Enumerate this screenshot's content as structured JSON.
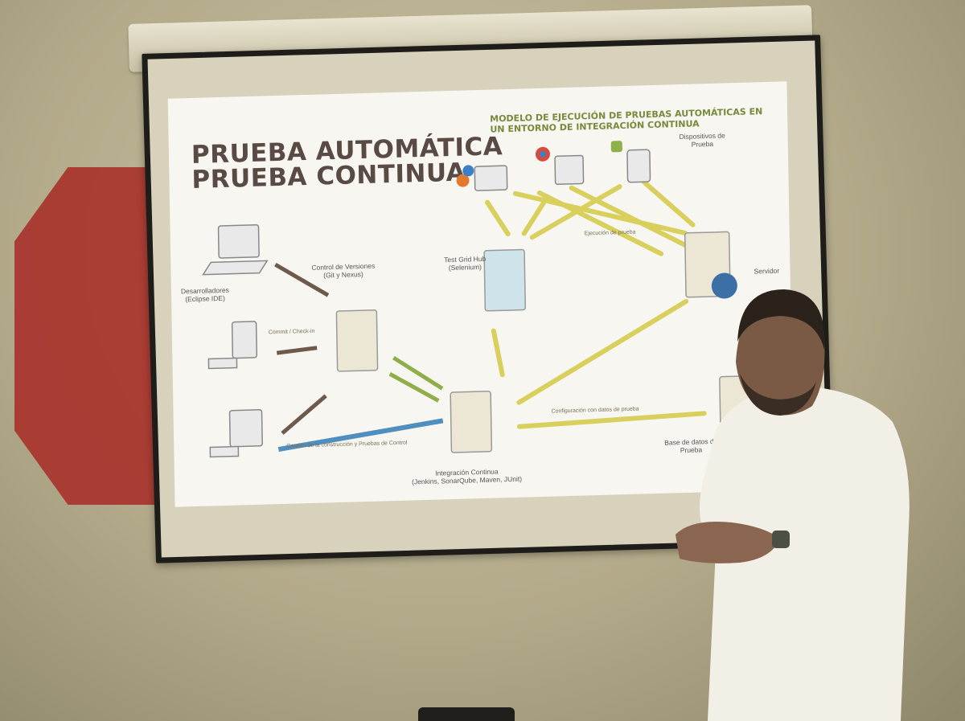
{
  "slide": {
    "title_line1": "PRUEBA AUTOMÁTICA",
    "title_line2": "PRUEBA CONTINUA",
    "subtitle_line1": "MODELO DE EJECUCIÓN DE PRUEBAS AUTOMÁTICAS EN",
    "subtitle_line2": "UN ENTORNO DE INTEGRACIÓN CONTINUA"
  },
  "diagram": {
    "nodes": {
      "developers": "Desarrolladores\n(Eclipse IDE)",
      "version_control": "Control de Versiones\n(Git y Nexus)",
      "test_grid_hub": "Test Grid Hub\n(Selenium)",
      "continuous_integration": "Integración Continua\n(Jenkins, SonarQube, Maven, JUnit)",
      "test_devices": "Dispositivos de\nPrueba",
      "test_server": "Servidor",
      "test_database": "Base de datos de\nPrueba"
    },
    "arrows": {
      "commit": "Commit / Check-in",
      "test_execution": "Ejecución de prueba",
      "test_config": "Configuración con datos de prueba",
      "build_management": "Gestión de la construcción y Pruebas de Control"
    }
  },
  "colors": {
    "slide_title": "#5a4a46",
    "subtitle": "#7a8a3c",
    "arrow_yellow": "#d9cf5c",
    "arrow_blue": "#4f8fbf",
    "arrow_brown": "#6e5a4c",
    "arrow_green": "#8fae4a",
    "hexagon_red": "#a8332d"
  }
}
